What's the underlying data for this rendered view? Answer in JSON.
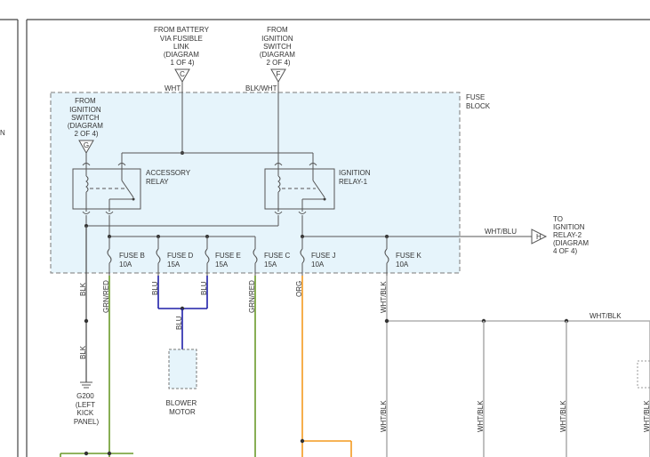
{
  "colors": {
    "fuse_block_fill": "#e6f4fb",
    "fuse_block_border": "#7a7a7a",
    "wire_black": "#555555",
    "wire_blue": "#1f1fa8",
    "wire_green": "#6b9a2a",
    "wire_orange": "#f39a1f",
    "wire_gray": "#b0b0b0",
    "wire_dark_green": "#5a7d2a"
  },
  "sources": {
    "battery": {
      "lines": [
        "FROM BATTERY",
        "VIA FUSIBLE",
        "LINK",
        "(DIAGRAM",
        "1 OF 4)"
      ],
      "connector": "C",
      "wire": "WHT"
    },
    "ignition_switch_f": {
      "lines": [
        "FROM",
        "IGNITION",
        "SWITCH",
        "(DIAGRAM",
        "2 OF 4)"
      ],
      "connector": "F",
      "wire": "BLK/WHT"
    },
    "ignition_switch_g": {
      "lines": [
        "FROM",
        "IGNITION",
        "SWITCH",
        "(DIAGRAM",
        "2 OF 4)"
      ],
      "connector": "G"
    }
  },
  "fuse_block": {
    "lines": [
      "FUSE",
      "BLOCK"
    ]
  },
  "relays": {
    "accessory": {
      "lines": [
        "ACCESSORY",
        "RELAY"
      ]
    },
    "ignition_1": {
      "lines": [
        "IGNITION",
        "RELAY-1"
      ]
    }
  },
  "fuses": [
    {
      "name": "FUSE B",
      "rating": "10A"
    },
    {
      "name": "FUSE D",
      "rating": "15A"
    },
    {
      "name": "FUSE E",
      "rating": "15A"
    },
    {
      "name": "FUSE C",
      "rating": "15A"
    },
    {
      "name": "FUSE J",
      "rating": "10A"
    },
    {
      "name": "FUSE K",
      "rating": "10A"
    }
  ],
  "output_relay2": {
    "wire": "WHT/BLU",
    "connector": "H",
    "lines": [
      "TO",
      "IGNITION",
      "RELAY-2",
      "(DIAGRAM",
      "4 OF 4)"
    ]
  },
  "wire_labels": {
    "blk": "BLK",
    "grn_red": "GRN/RED",
    "blu": "BLU",
    "org": "ORG",
    "wht_blk": "WHT/BLK"
  },
  "components": {
    "blower_motor": {
      "lines": [
        "BLOWER",
        "MOTOR"
      ]
    },
    "ground": {
      "lines": [
        "G200",
        "(LEFT",
        "KICK",
        "PANEL)"
      ]
    }
  },
  "edge_mark": "N"
}
